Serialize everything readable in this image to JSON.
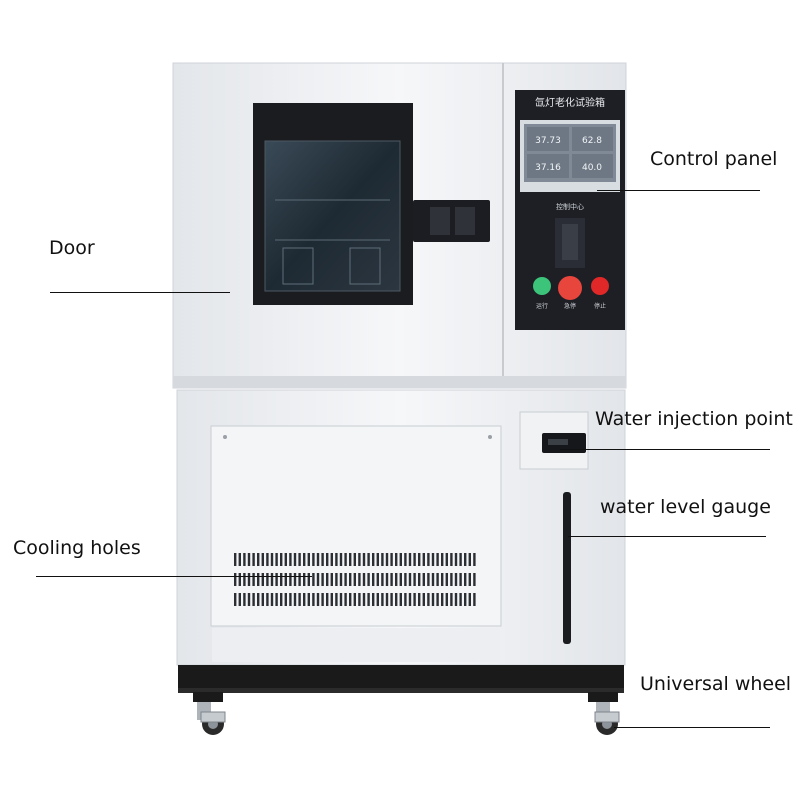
{
  "machine": {
    "title": "氙灯老化试验箱",
    "screen": {
      "readings": [
        "37.73",
        "62.8",
        "37.16",
        "40.0"
      ]
    },
    "control_center_label": "控制中心",
    "buttons": [
      {
        "label": "运行",
        "color": "#3bc47a"
      },
      {
        "label": "急停",
        "color": "#e8453c"
      },
      {
        "label": "停止",
        "color": "#e02828"
      }
    ]
  },
  "callouts": {
    "door": "Door",
    "control_panel": "Control panel",
    "water_injection_point": "Water injection point",
    "water_level_gauge": "water level gauge",
    "cooling_holes": "Cooling holes",
    "universal_wheel": "Universal wheel"
  },
  "colors": {
    "body": "#eef0f3",
    "panel": "#1d1f25",
    "screen": "#7f8a96",
    "base": "#1a1a1a",
    "line": "#111111"
  }
}
